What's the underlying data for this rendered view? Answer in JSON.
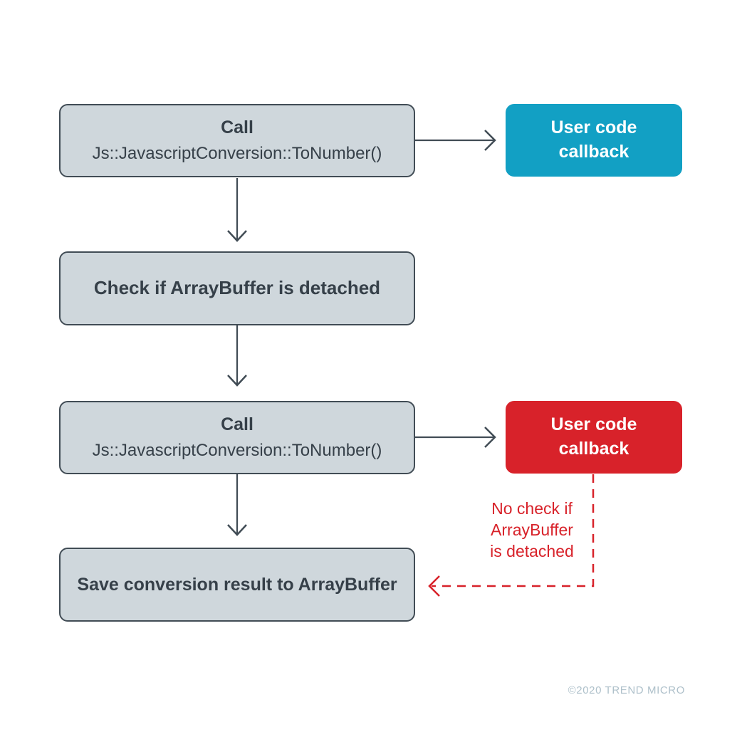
{
  "colors": {
    "node_fill": "#cfd7dc",
    "node_border": "#414c55",
    "node_text": "#364049",
    "callback_safe_fill": "#12a0c4",
    "callback_unsafe_fill": "#d8222a",
    "callback_text": "#ffffff",
    "arrow": "#414c55",
    "warning": "#d8222a",
    "copyright_text": "#aec0ca"
  },
  "nodes": {
    "call_first": {
      "title": "Call",
      "subtitle": "Js::JavascriptConversion::ToNumber()"
    },
    "callback_first": {
      "label": "User code callback"
    },
    "check_detached": {
      "label": "Check if ArrayBuffer is detached"
    },
    "call_second": {
      "title": "Call",
      "subtitle": "Js::JavascriptConversion::ToNumber()"
    },
    "callback_second": {
      "label": "User code callback"
    },
    "save_result": {
      "label": "Save conversion result to ArrayBuffer"
    }
  },
  "annotation": {
    "warning": "No check if ArrayBuffer is detached"
  },
  "footer": {
    "copyright": "©2020 TREND MICRO"
  }
}
